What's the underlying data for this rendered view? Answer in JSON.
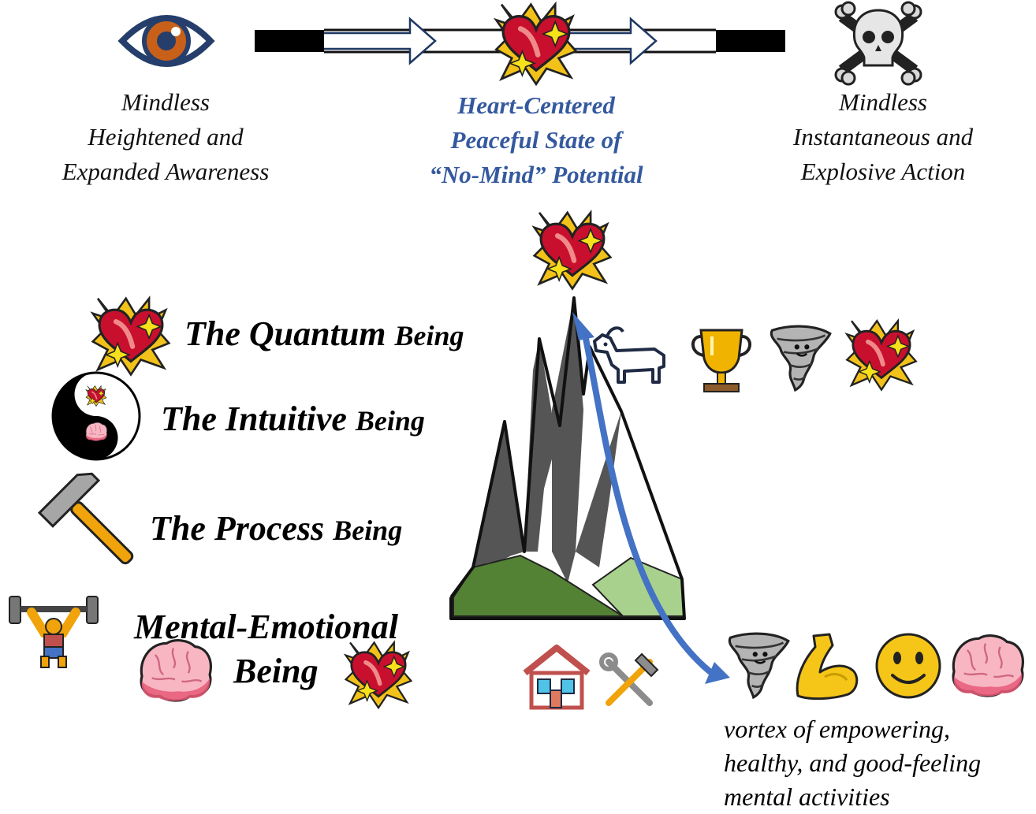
{
  "spectrum": {
    "left": {
      "icon": "eye-icon",
      "lines": [
        "Mindless",
        "Heightened and",
        "Expanded Awareness"
      ]
    },
    "center": {
      "icon": "sparkling-heart-icon",
      "lines": [
        "Heart-Centered",
        "Peaceful State of",
        "“No-Mind” Potential"
      ]
    },
    "right": {
      "icon": "skull-crossbones-icon",
      "lines": [
        "Mindless",
        "Instantaneous and",
        "Explosive Action"
      ]
    }
  },
  "levels": [
    {
      "icon": "sparkling-heart-icon",
      "main": "The Quantum",
      "suffix": "Being"
    },
    {
      "icon": "yin-yang-icon",
      "main": "The Intuitive",
      "suffix": "Being"
    },
    {
      "icon": "hammer-icon",
      "main": "The Process",
      "suffix": "Being"
    },
    {
      "icon": "weightlifter-icon",
      "line1": "Mental-Emotional",
      "line2": "Being"
    }
  ],
  "summit_icons": [
    "goat-icon",
    "trophy-icon",
    "tornado-icon",
    "sparkling-heart-icon"
  ],
  "base_icons": [
    "house-icon",
    "tools-icon"
  ],
  "vortex": {
    "icons": [
      "tornado-icon",
      "flexed-bicep-icon",
      "smiley-icon",
      "brain-icon"
    ],
    "lines": [
      "vortex of empowering,",
      "healthy, and good-feeling",
      "mental activities"
    ]
  },
  "colors": {
    "heading_blue": "#34599e",
    "arrow_blue": "#4472c4",
    "heart_red": "#c8102e",
    "mountain_grey": "#555555",
    "hill_green": "#548235",
    "hill_light_green": "#a9d18e"
  }
}
